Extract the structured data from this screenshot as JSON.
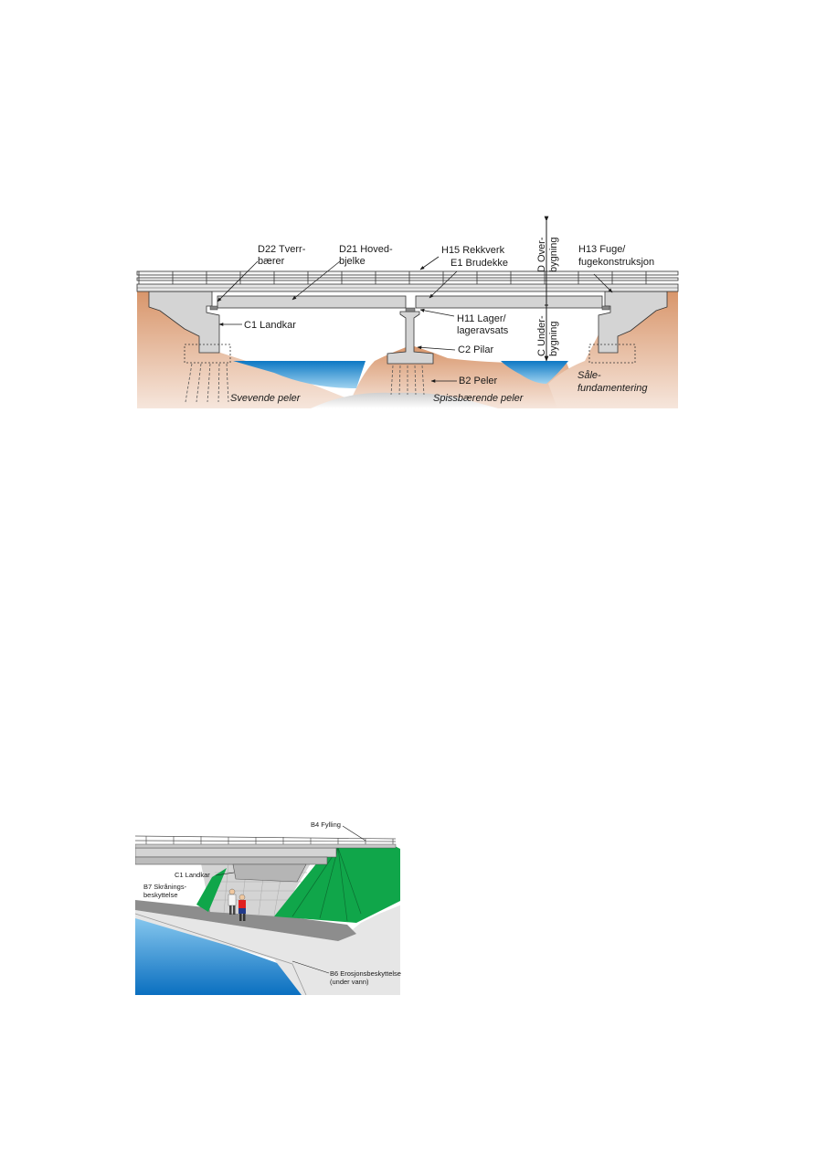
{
  "figure1": {
    "labels": {
      "d22": [
        "D22 Tverr-",
        "bærer"
      ],
      "d21": [
        "D21 Hoved-",
        "bjelke"
      ],
      "h15": "H15 Rekkverk",
      "e1": "E1 Brudekke",
      "d_over": [
        "D Over-",
        "bygning"
      ],
      "c_under": [
        "C Under-",
        "bygning"
      ],
      "h13": [
        "H13 Fuge/",
        "fugekonstruksjon"
      ],
      "c1": "C1 Landkar",
      "h11": [
        "H11 Lager/",
        "lageravsats"
      ],
      "c2": "C2 Pilar",
      "b2": "B2 Peler",
      "svevende": "Svevende peler",
      "spiss": "Spissbærende peler",
      "saale": [
        "Såle-",
        "fundamentering"
      ]
    }
  },
  "figure2": {
    "labels": {
      "b4": "B4 Fylling",
      "c1": "C1 Landkar",
      "b7": [
        "B7 Skrånings-",
        "beskyttelse"
      ],
      "b6": [
        "B6 Erosjonsbeskyttelse",
        "(under vann)"
      ]
    }
  },
  "colors": {
    "ground": "#dca47c",
    "water": "#1f8fd0",
    "concrete": "#d4d4d4",
    "grass": "#10a64a"
  }
}
